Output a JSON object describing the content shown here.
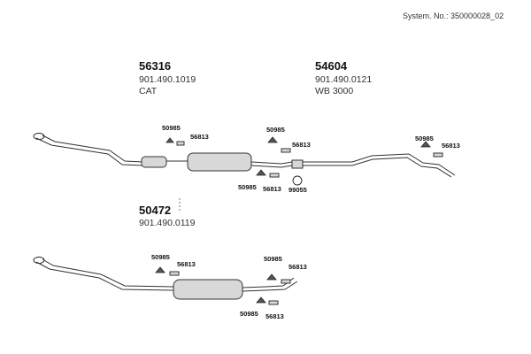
{
  "header": {
    "system_no": "System. No.: 350000028_02"
  },
  "assemblies": {
    "a": {
      "number": "56316",
      "ref": "901.490.1019",
      "note": "CAT"
    },
    "b": {
      "number": "54604",
      "ref": "901.490.0121",
      "note": "WB 3000"
    },
    "c": {
      "number": "50472",
      "ref": "901.490.0119"
    }
  },
  "labels": {
    "mount": "50985",
    "bracket": "56813",
    "clamp": "99055"
  }
}
